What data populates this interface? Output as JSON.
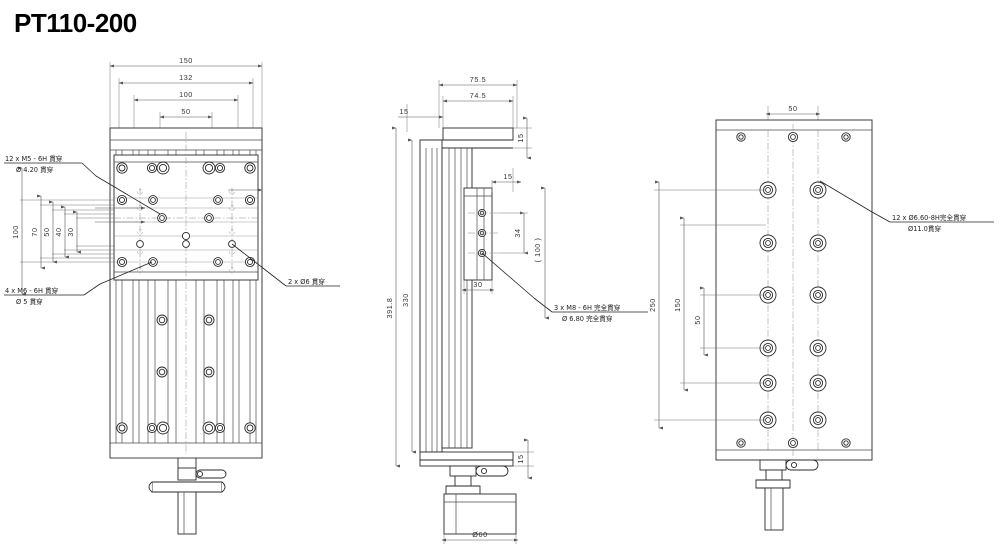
{
  "drawing": {
    "title": "PT110-200",
    "type": "engineering-drawing",
    "views": [
      {
        "name": "top-view",
        "label": ""
      },
      {
        "name": "side-view",
        "label": ""
      },
      {
        "name": "end-view",
        "label": ""
      }
    ]
  },
  "top_view": {
    "horizontal_dims": [
      "150",
      "132",
      "100",
      "50"
    ],
    "vertical_dims": [
      "100",
      "70",
      "50",
      "40",
      "30"
    ],
    "notes": [
      {
        "id": "note-12xm5",
        "line1": "12 x  M5 - 6H 貫穿",
        "line2": "Ø 4.20 貫穿"
      },
      {
        "id": "note-4xm6",
        "line1": "4 x  M6 - 6H 貫穿",
        "line2": "Ø 5 貫穿"
      },
      {
        "id": "note-2xd6",
        "line1": "2 x Ø6 貫穿",
        "line2": ""
      }
    ]
  },
  "side_view": {
    "horizontal_dims": [
      "15",
      "74.5",
      "75.5",
      "15",
      "15",
      "30",
      "15"
    ],
    "vertical_dims": [
      "391.8",
      "330",
      "34",
      "( 100 )",
      "15"
    ],
    "diameter_dim": "Ø60",
    "notes": [
      {
        "id": "note-3xm8",
        "line1": "3 x  M8 - 6H 完全貫穿",
        "line2": "Ø 6.80 完全貫穿"
      }
    ]
  },
  "end_view": {
    "horizontal_dims": [
      "50"
    ],
    "vertical_dims": [
      "250",
      "150",
      "50"
    ],
    "notes": [
      {
        "id": "note-12xd66",
        "line1": "12 x  Ø6.60-8H完全貫穿",
        "line2": "Ø11.0貫穿"
      }
    ]
  },
  "colors": {
    "line": "#4a4a4a",
    "dim": "#555555",
    "center": "#888888",
    "text": "#222222",
    "background": "#ffffff"
  }
}
